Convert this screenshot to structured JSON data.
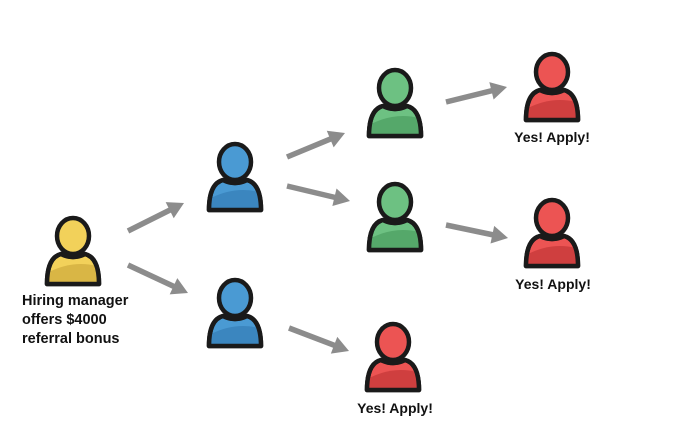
{
  "manager_caption": {
    "line1": "Hiring manager",
    "line2": "offers $4000",
    "line3": "referral bonus"
  },
  "apply_labels": {
    "a": "Yes! Apply!",
    "b": "Yes! Apply!",
    "c": "Yes! Apply!"
  },
  "colors": {
    "yellow": "#f2d15a",
    "yellow_shade": "#d9b645",
    "blue": "#4a9ad3",
    "blue_shade": "#3b86bf",
    "green": "#6dc182",
    "green_shade": "#55a86a",
    "red": "#ec5453",
    "red_shade": "#cf3f3f",
    "outline": "#1a1a1a",
    "arrow": "#8c8c8c"
  },
  "people": [
    {
      "name": "hiring-manager-person-icon",
      "color": "yellow"
    },
    {
      "name": "referrer-blue-upper-person-icon",
      "color": "blue"
    },
    {
      "name": "referrer-blue-lower-person-icon",
      "color": "blue"
    },
    {
      "name": "referrer-green-upper-person-icon",
      "color": "green"
    },
    {
      "name": "referrer-green-lower-person-icon",
      "color": "green"
    },
    {
      "name": "applicant-red-top-person-icon",
      "color": "red"
    },
    {
      "name": "applicant-red-middle-person-icon",
      "color": "red"
    },
    {
      "name": "applicant-red-bottom-person-icon",
      "color": "red"
    }
  ],
  "arrows": [
    {
      "name": "arrow-manager-to-blue-upper"
    },
    {
      "name": "arrow-manager-to-blue-lower"
    },
    {
      "name": "arrow-blue-upper-to-green-upper"
    },
    {
      "name": "arrow-blue-upper-to-green-lower"
    },
    {
      "name": "arrow-blue-lower-to-red-bottom"
    },
    {
      "name": "arrow-green-upper-to-red-top"
    },
    {
      "name": "arrow-green-lower-to-red-middle"
    }
  ]
}
